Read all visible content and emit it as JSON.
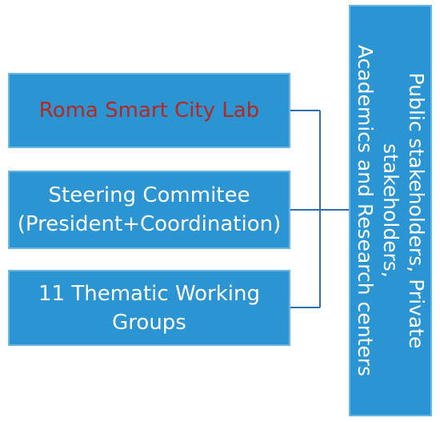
{
  "boxes": {
    "lab": {
      "line1": "Roma Smart City Lab"
    },
    "steering": {
      "line1": "Steering Commitee",
      "line2": "(President+Coordination)"
    },
    "groups": {
      "line1": "11 Thematic Working",
      "line2": "Groups"
    }
  },
  "stakeholders": {
    "line1": "Public stakeholders, Private stakeholders,",
    "line2": "Academics and Research centers"
  },
  "colors": {
    "box_fill": "#2b95d4",
    "box_border": "#6ab7e3",
    "lab_text": "#b5281f",
    "connector": "#2f6fb0"
  }
}
